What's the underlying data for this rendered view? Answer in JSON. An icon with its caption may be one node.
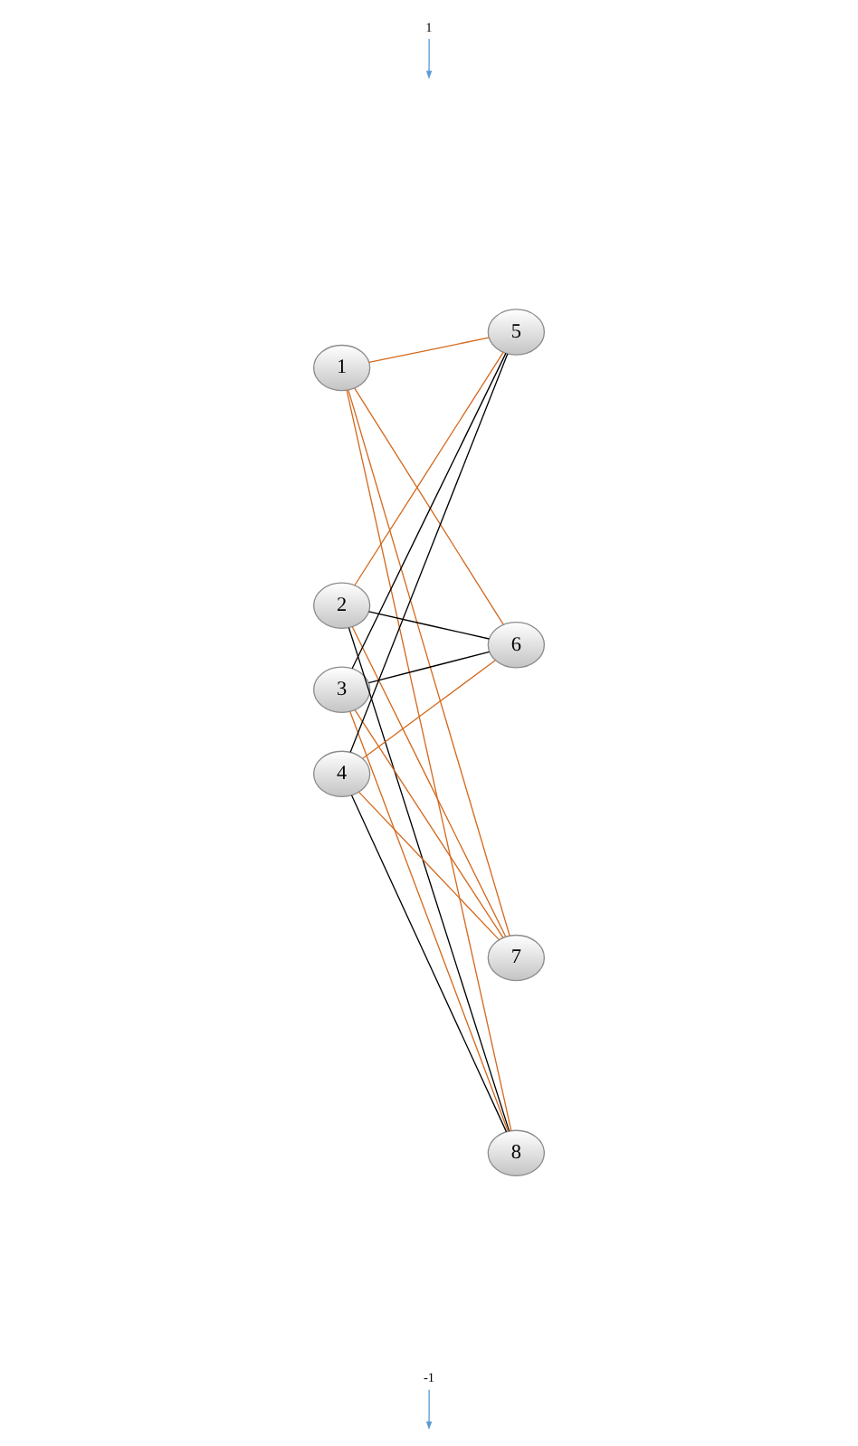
{
  "diagram": {
    "nodes": [
      {
        "text": [
          "1"
        ]
      },
      {
        "text": [
          "2"
        ]
      },
      {
        "text": [
          "3"
        ]
      },
      {
        "text": [
          "4"
        ]
      },
      {
        "text": [
          "5"
        ]
      },
      {
        "text": [
          "6"
        ]
      },
      {
        "text": [
          "7"
        ]
      },
      {
        "text": [
          "8"
        ]
      },
      {
        "text": [
          "1"
        ]
      },
      {
        "text": [
          "-1"
        ]
      }
    ],
    "edges": [
      {
        "from": 0,
        "to": 4,
        "arrow": "none"
      },
      {
        "from": 0,
        "to": 5,
        "arrow": "none"
      },
      {
        "from": 0,
        "to": 6,
        "arrow": "none"
      },
      {
        "from": 0,
        "to": 7,
        "arrow": "none"
      },
      {
        "from": 1,
        "to": 4,
        "arrow": "none"
      },
      {
        "from": 1,
        "to": 5,
        "arrow": "none",
        "color": "#000000"
      },
      {
        "from": 1,
        "to": 6,
        "arrow": "none"
      },
      {
        "from": 1,
        "to": 7,
        "arrow": "none",
        "color": "#000000"
      },
      {
        "from": 2,
        "to": 4,
        "arrow": "none",
        "color": "#000000"
      },
      {
        "from": 2,
        "to": 5,
        "arrow": "none",
        "color": "#000000"
      },
      {
        "from": 2,
        "to": 6,
        "arrow": "none"
      },
      {
        "from": 2,
        "to": 7,
        "arrow": "none"
      },
      {
        "from": 3,
        "to": 4,
        "arrow": "none",
        "color": "#000000"
      },
      {
        "from": 3,
        "to": 5,
        "arrow": "none"
      },
      {
        "from": 3,
        "to": 6,
        "arrow": "none"
      },
      {
        "from": 3,
        "to": 7,
        "arrow": "none",
        "color": "#000000"
      },
      {
        "from": 8,
        "to": null,
        "arrow": "to",
        "color": "#5b9bd5"
      },
      {
        "from": 9,
        "to": null,
        "arrow": "to",
        "color": "#5b9bd5"
      }
    ]
  }
}
